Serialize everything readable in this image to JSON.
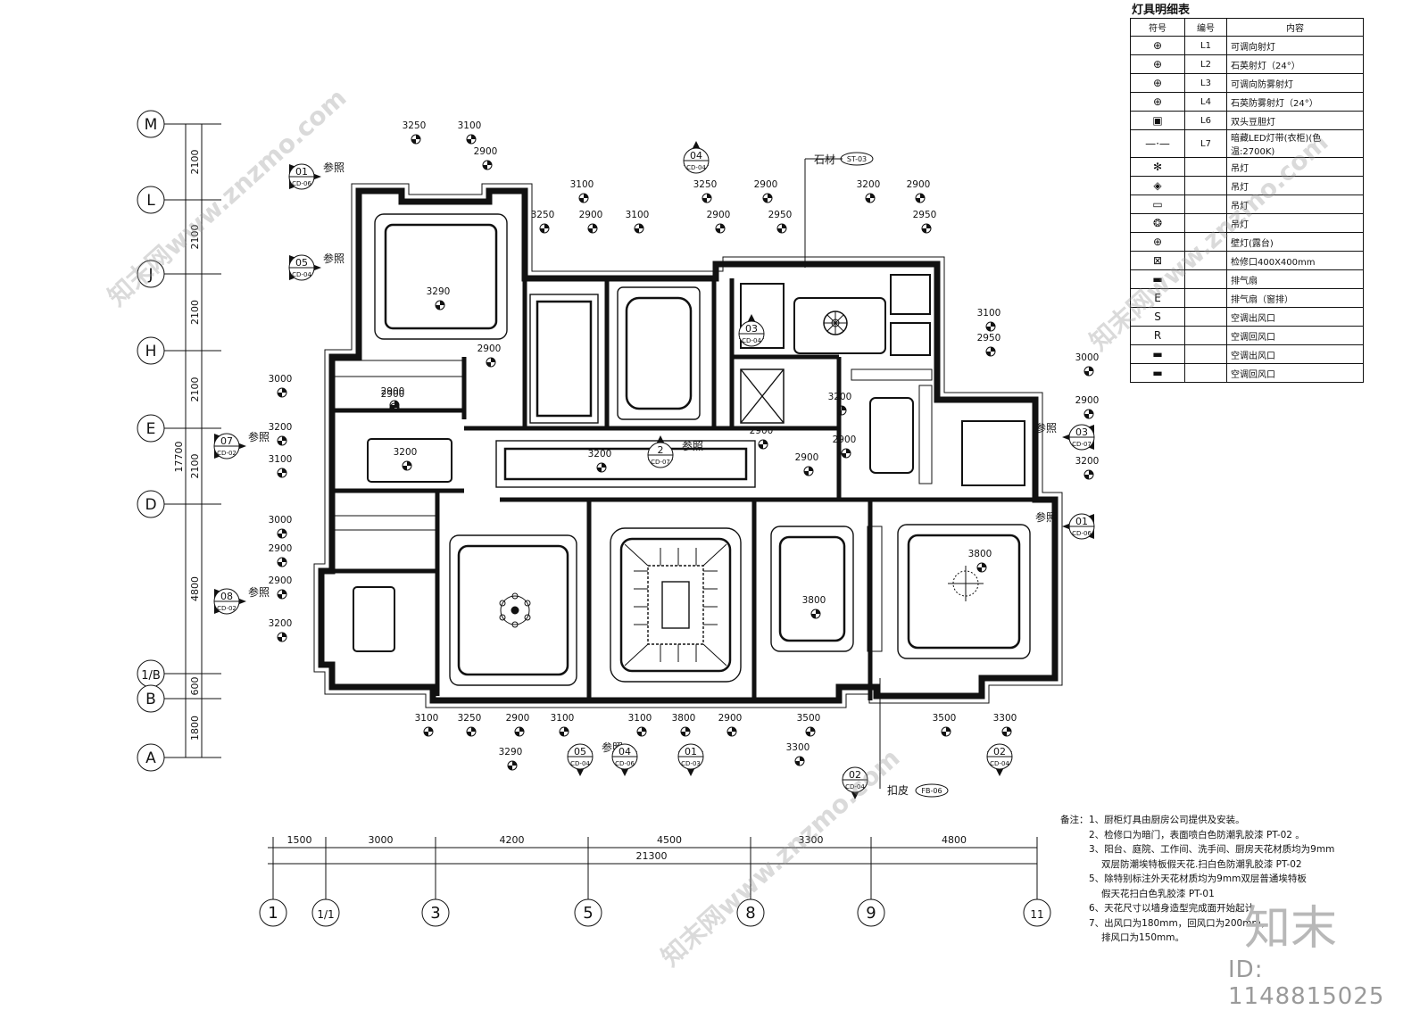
{
  "legend": {
    "title": "灯具明细表",
    "headers": [
      "符号",
      "编号",
      "内容"
    ],
    "rows": [
      {
        "symbol_icon": "adjustable-spotlight-icon",
        "glyph": "⊕",
        "code": "L1",
        "content": "可调向射灯"
      },
      {
        "symbol_icon": "quartz-spotlight-icon",
        "glyph": "⊕",
        "code": "L2",
        "content": "石英射灯（24°）"
      },
      {
        "symbol_icon": "adjustable-fogproof-spotlight-icon",
        "glyph": "⊕",
        "code": "L3",
        "content": "可调向防雾射灯"
      },
      {
        "symbol_icon": "quartz-fogproof-spotlight-icon",
        "glyph": "⊕",
        "code": "L4",
        "content": "石英防雾射灯（24°）"
      },
      {
        "symbol_icon": "double-head-grille-light-icon",
        "glyph": "▣",
        "code": "L6",
        "content": "双头豆胆灯"
      },
      {
        "symbol_icon": "hidden-led-strip-icon",
        "glyph": "—·—",
        "code": "L7",
        "content": "暗藏LED灯带(衣柜)(色温:2700K)"
      },
      {
        "symbol_icon": "pendant-light-icon",
        "glyph": "✻",
        "code": "",
        "content": "吊灯"
      },
      {
        "symbol_icon": "pendant-light-icon",
        "glyph": "◈",
        "code": "",
        "content": "吊灯"
      },
      {
        "symbol_icon": "pendant-light-icon",
        "glyph": "▭",
        "code": "",
        "content": "吊灯"
      },
      {
        "symbol_icon": "pendant-light-icon",
        "glyph": "❂",
        "code": "",
        "content": "吊灯"
      },
      {
        "symbol_icon": "wall-lamp-icon",
        "glyph": "⊕",
        "code": "",
        "content": "壁灯(露台)"
      },
      {
        "symbol_icon": "access-panel-icon",
        "glyph": "⊠",
        "code": "",
        "content": "检修口400X400mm"
      },
      {
        "symbol_icon": "exhaust-fan-icon",
        "glyph": "▬",
        "code": "",
        "content": "排气扇"
      },
      {
        "symbol_icon": "exhaust-fan-window-icon",
        "glyph": "E",
        "code": "",
        "content": "排气扇（窗排）"
      },
      {
        "symbol_icon": "ac-supply-vent-icon",
        "glyph": "S",
        "code": "",
        "content": "空调出风口"
      },
      {
        "symbol_icon": "ac-return-vent-icon",
        "glyph": "R",
        "code": "",
        "content": "空调回风口"
      },
      {
        "symbol_icon": "ac-supply-vent-icon",
        "glyph": "▬",
        "code": "",
        "content": "空调出风口"
      },
      {
        "symbol_icon": "ac-return-vent-icon",
        "glyph": "▬",
        "code": "",
        "content": "空调回风口"
      }
    ]
  },
  "notes": {
    "heading": "备注：",
    "items": [
      "1、厨柜灯具由厨房公司提供及安装。",
      "2、检修口为暗门，表面喷白色防潮乳胶漆 PT-02 。",
      "3、阳台、庭院、工作间、洗手间、厨房天花材质均为9mm",
      "双层防潮埃特板假天花.扫白色防潮乳胶漆 PT-02",
      "5、除特别标注外天花材质均为9mm双层普通埃特板",
      "假天花扫白色乳胶漆 PT-01",
      "6、天花尺寸以墙身造型完成面开始起计",
      "7、出风口为180mm，回风口为200mm，",
      "排风口为150mm。"
    ]
  },
  "grid_rows": {
    "labels": [
      "M",
      "L",
      "J",
      "H",
      "E",
      "D",
      "1/B",
      "B",
      "A"
    ],
    "dims": [
      "2100",
      "2100",
      "2100",
      "2100",
      "2100",
      "4800",
      "600",
      "1800"
    ],
    "total": "17700"
  },
  "grid_cols": {
    "labels": [
      "1",
      "1/1",
      "3",
      "5",
      "8",
      "9",
      "11"
    ],
    "dims": [
      "1500",
      "3000",
      "4200",
      "4500",
      "3300",
      "4800"
    ],
    "total": "21300"
  },
  "plan": {
    "heights": [
      "3250",
      "3100",
      "2900",
      "3100",
      "3250",
      "2900",
      "3100",
      "3250",
      "2900",
      "2900",
      "2950",
      "3200",
      "2900",
      "2950",
      "3290",
      "2900",
      "3000",
      "2900",
      "3200",
      "3100",
      "2900",
      "3200",
      "3200",
      "2900",
      "3200",
      "2900",
      "2900",
      "3100",
      "2950",
      "3000",
      "2900",
      "3200",
      "3000",
      "2900",
      "2900",
      "3200",
      "3800",
      "3800",
      "3100",
      "3250",
      "2900",
      "3100",
      "3100",
      "3800",
      "2900",
      "3500",
      "3300",
      "3500",
      "3300",
      "3290"
    ],
    "refs": [
      {
        "num": "01",
        "sheet": "CD-06",
        "label": "参照"
      },
      {
        "num": "05",
        "sheet": "CD-04",
        "label": "参照"
      },
      {
        "num": "04",
        "sheet": "CD-04",
        "label": ""
      },
      {
        "num": "03",
        "sheet": "CD-04",
        "label": ""
      },
      {
        "num": "07",
        "sheet": "CD-02",
        "label": "参照"
      },
      {
        "num": "08",
        "sheet": "CD-02",
        "label": "参照"
      },
      {
        "num": "2",
        "sheet": "CD-07",
        "label": "参照"
      },
      {
        "num": "03",
        "sheet": "CD-07",
        "label": "参照"
      },
      {
        "num": "01",
        "sheet": "CD-06",
        "label": "参照"
      },
      {
        "num": "05",
        "sheet": "CD-04",
        "label": "参照"
      },
      {
        "num": "04",
        "sheet": "CD-06",
        "label": ""
      },
      {
        "num": "01",
        "sheet": "CD-03",
        "label": ""
      },
      {
        "num": "02",
        "sheet": "CD-04",
        "label": ""
      },
      {
        "num": "02",
        "sheet": "CD-04",
        "label": ""
      }
    ],
    "material_stone": {
      "label": "石材",
      "code": "ST-03"
    },
    "material_trim": {
      "label": "扣皮",
      "code": "FB-06"
    }
  },
  "brand": "知末",
  "id_text": "ID: 1148815025",
  "watermark": "知末网www.znzmo.com"
}
